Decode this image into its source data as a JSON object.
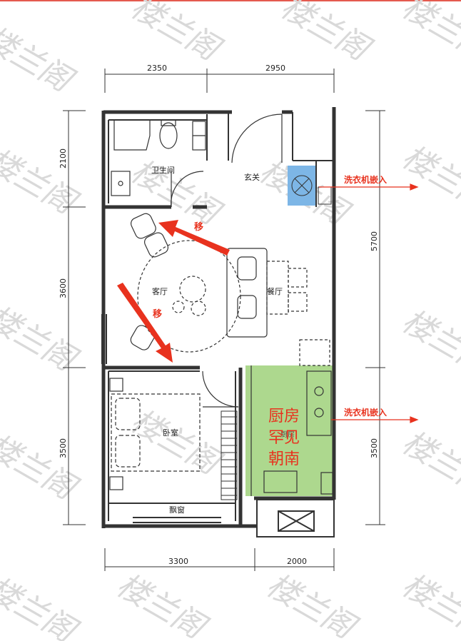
{
  "watermark": {
    "text": "楼兰阁"
  },
  "dimensions": {
    "top": [
      "2350",
      "2950"
    ],
    "bottom": [
      "3300",
      "2000"
    ],
    "left": [
      "2100",
      "3600",
      "3500"
    ],
    "right": [
      "5700",
      "3500"
    ]
  },
  "rooms": {
    "bathroom": "卫生间",
    "entry": "玄关",
    "living": "客厅",
    "dining": "餐厅",
    "bedroom": "卧室",
    "bay_window": "飘窗",
    "kitchen_hidden": "厨房"
  },
  "annotations": {
    "washer_1": "洗衣机嵌入",
    "washer_2": "洗衣机嵌入",
    "move_1": "移",
    "move_2": "移"
  },
  "kitchen_label": {
    "line1": "厨房",
    "line2": "罕见",
    "line3": "朝南"
  },
  "colors": {
    "annotation_red": "#e8321e",
    "kitchen_green": "#9fd17a",
    "washer_blue": "#7db6e6",
    "wall": "#333333",
    "watermark": "#d9d9d9"
  }
}
